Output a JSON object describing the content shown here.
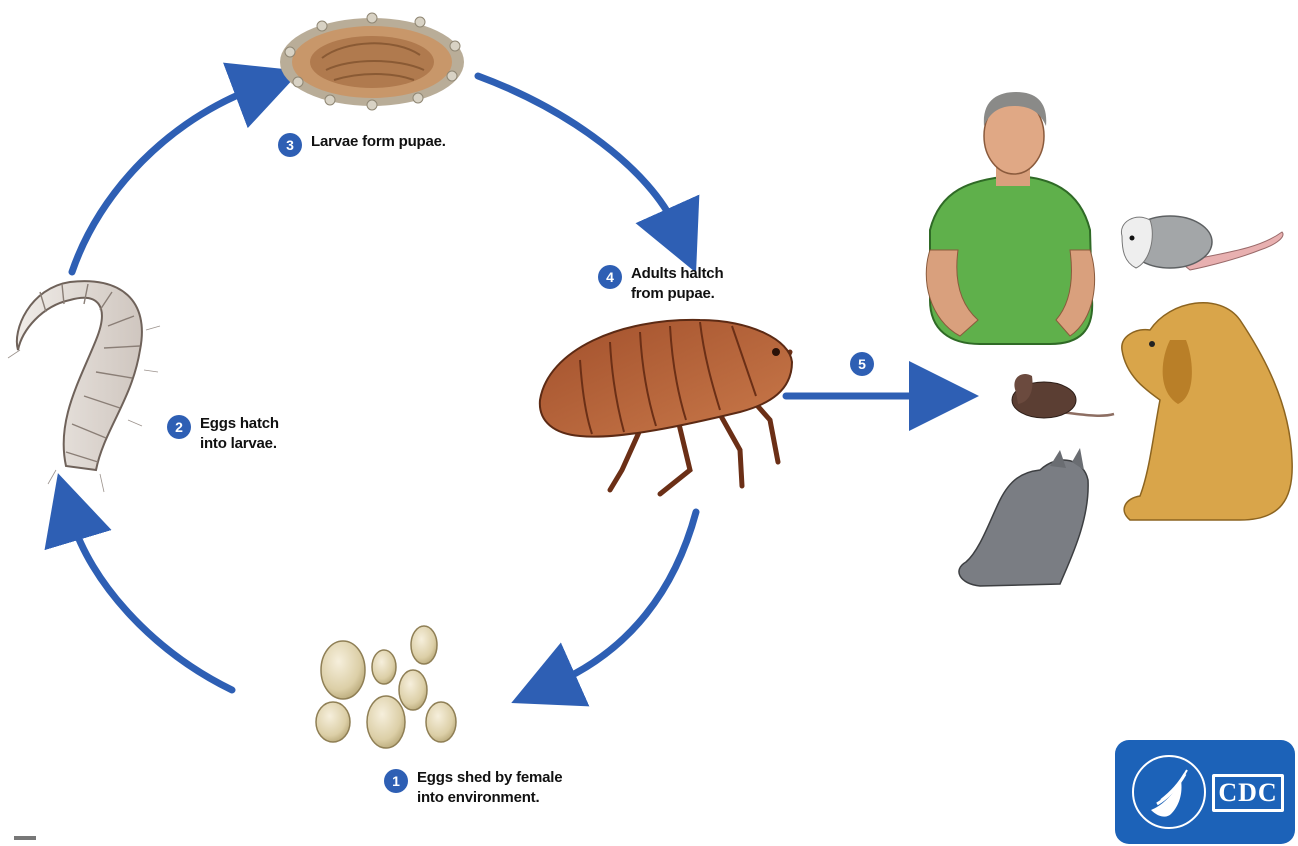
{
  "diagram": {
    "steps": [
      {
        "number": "1",
        "lines": [
          "Eggs shed by female",
          "into environment."
        ]
      },
      {
        "number": "2",
        "lines": [
          "Eggs hatch",
          "into larvae."
        ]
      },
      {
        "number": "3",
        "lines": [
          "Larvae form pupae."
        ]
      },
      {
        "number": "4",
        "lines": [
          "Adults haltch",
          "from pupae."
        ]
      },
      {
        "number": "5"
      }
    ],
    "logo": {
      "text": "CDC"
    },
    "colors": {
      "arrow": "#2e5fb4",
      "badge": "#2e5fb4",
      "logo_bg": "#1c62b8"
    }
  }
}
